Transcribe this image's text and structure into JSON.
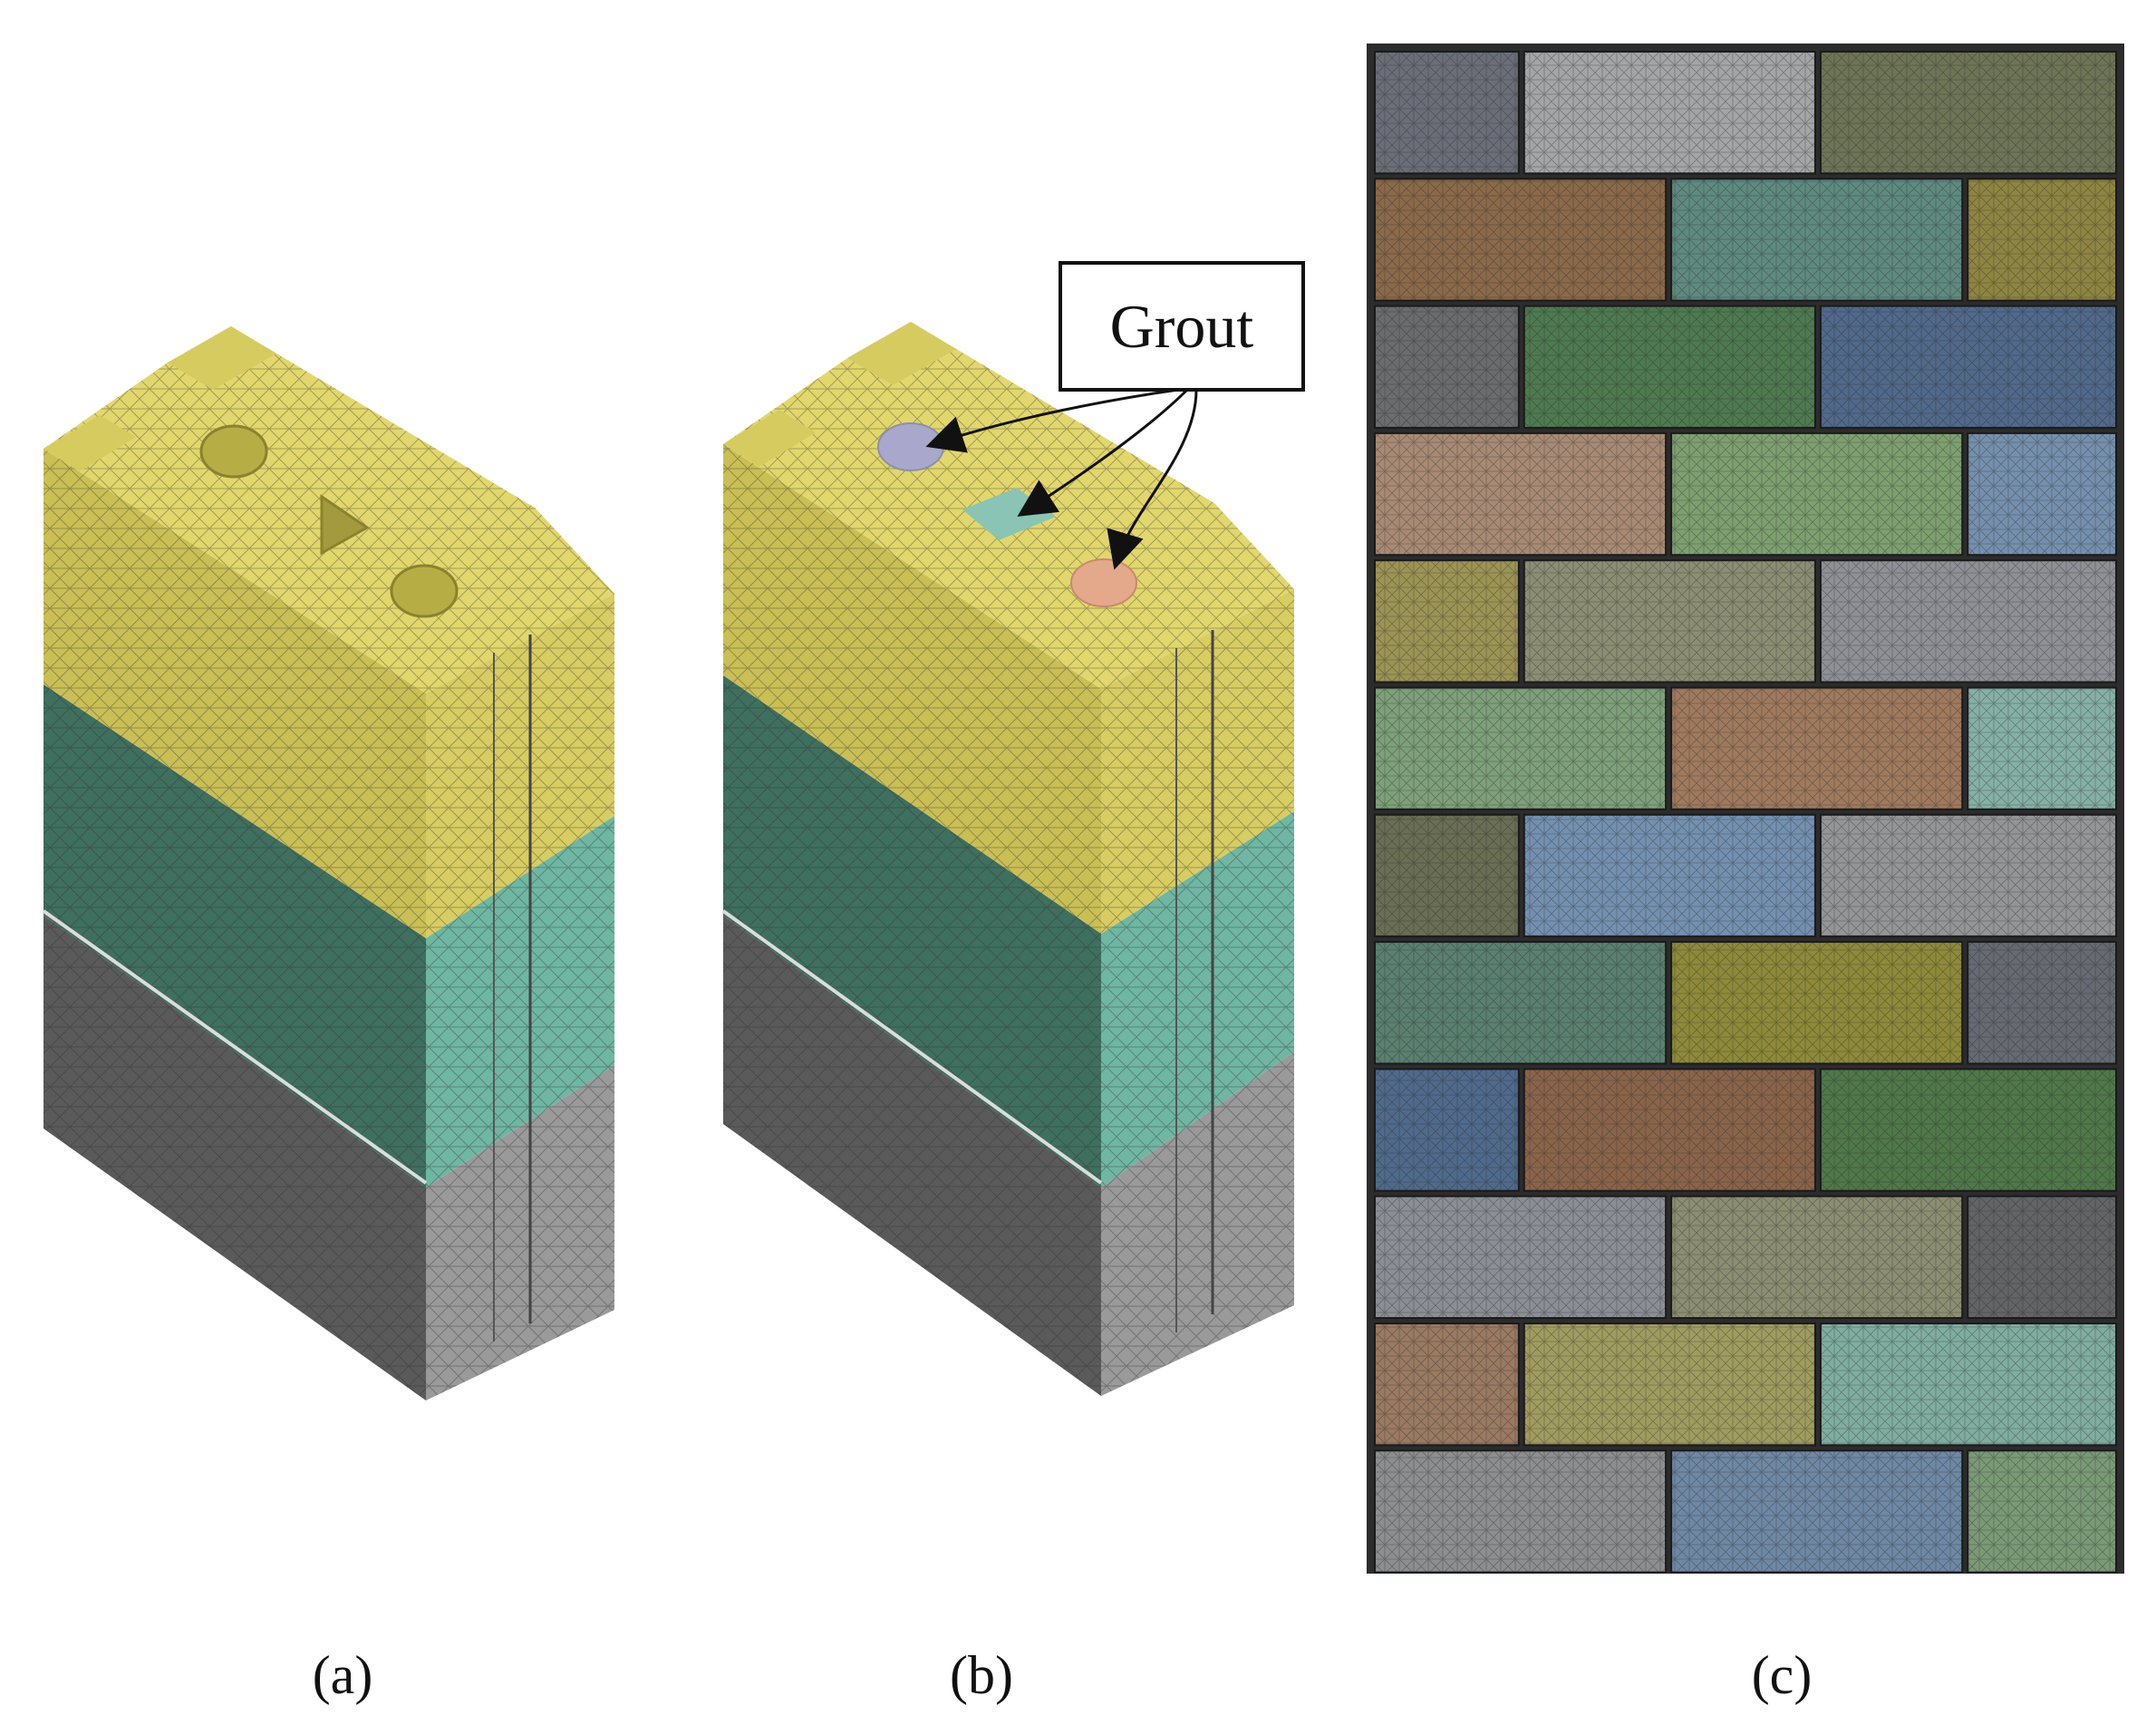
{
  "panels": [
    {
      "id": "a",
      "label": "(a)"
    },
    {
      "id": "b",
      "label": "(b)"
    },
    {
      "id": "c",
      "label": "(c)"
    }
  ],
  "callout": {
    "text": "Grout"
  },
  "colors": {
    "block_top": "#d4c95a",
    "block_top_face": "#e0d56a",
    "block_mid_front": "#3f6f5f",
    "block_mid_side": "#6fb7a3",
    "block_bottom_front": "#5a5a5a",
    "block_bottom_side": "#9a9a9a",
    "grout_circle_1": "#a9a8cc",
    "grout_square": "#89c4b4",
    "grout_circle_2": "#e3a98a",
    "mesh_line": "#2a2a2a"
  },
  "wall": {
    "rows": [
      [
        "#6b6e78",
        "#a3a5a6",
        "#6e7456"
      ],
      [
        "#8a6a4a",
        "#5f8a80",
        "#8e8542"
      ],
      [
        "#6a6c6e",
        "#4f7a50",
        "#51698a"
      ],
      [
        "#a88a74",
        "#7ea070",
        "#7590ad"
      ],
      [
        "#9c9454",
        "#8c8e74",
        "#8f9095"
      ],
      [
        "#7ea07a",
        "#a07a5e",
        "#86b0a6"
      ],
      [
        "#6a6e54",
        "#7490b0",
        "#939597"
      ],
      [
        "#5a8070",
        "#8e8a3a",
        "#666a72"
      ],
      [
        "#506a8c",
        "#8a644a",
        "#50784a"
      ],
      [
        "#8c8e96",
        "#8c8e72",
        "#626466"
      ],
      [
        "#9a7a62",
        "#a09c60",
        "#80ada0"
      ],
      [
        "#8c8e90",
        "#6f88a4",
        "#7a9a76"
      ]
    ]
  }
}
